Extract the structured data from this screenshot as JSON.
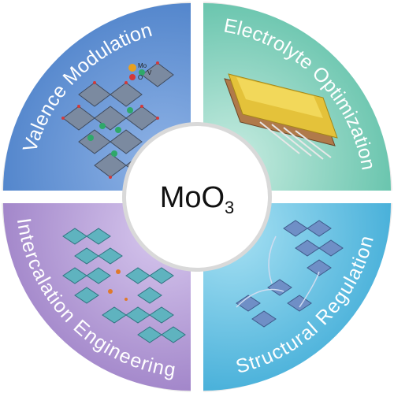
{
  "center": {
    "formula_base": "MoO",
    "formula_subscript": "3"
  },
  "quadrants": [
    {
      "id": "valence",
      "label": "Valence Modulation",
      "color": "#4a7fc8",
      "color_light": "#8fb3e6"
    },
    {
      "id": "electrolyte",
      "label": "Electrolyte Optimization",
      "color": "#5bbfa6",
      "color_light": "#b3e4d6"
    },
    {
      "id": "intercalation",
      "label": "Intercalation Engineering",
      "color": "#9a7cc4",
      "color_light": "#cbb8e6"
    },
    {
      "id": "structural",
      "label": "Structural Regulation",
      "color": "#3aa9d6",
      "color_light": "#93d6ef"
    }
  ],
  "legend_valence": {
    "items": [
      "Mo",
      "O",
      "V"
    ]
  },
  "colors": {
    "divider": "#ffffff",
    "center_fill": "#ffffff",
    "center_ring": "#d9d9d9",
    "text": "#111111"
  }
}
